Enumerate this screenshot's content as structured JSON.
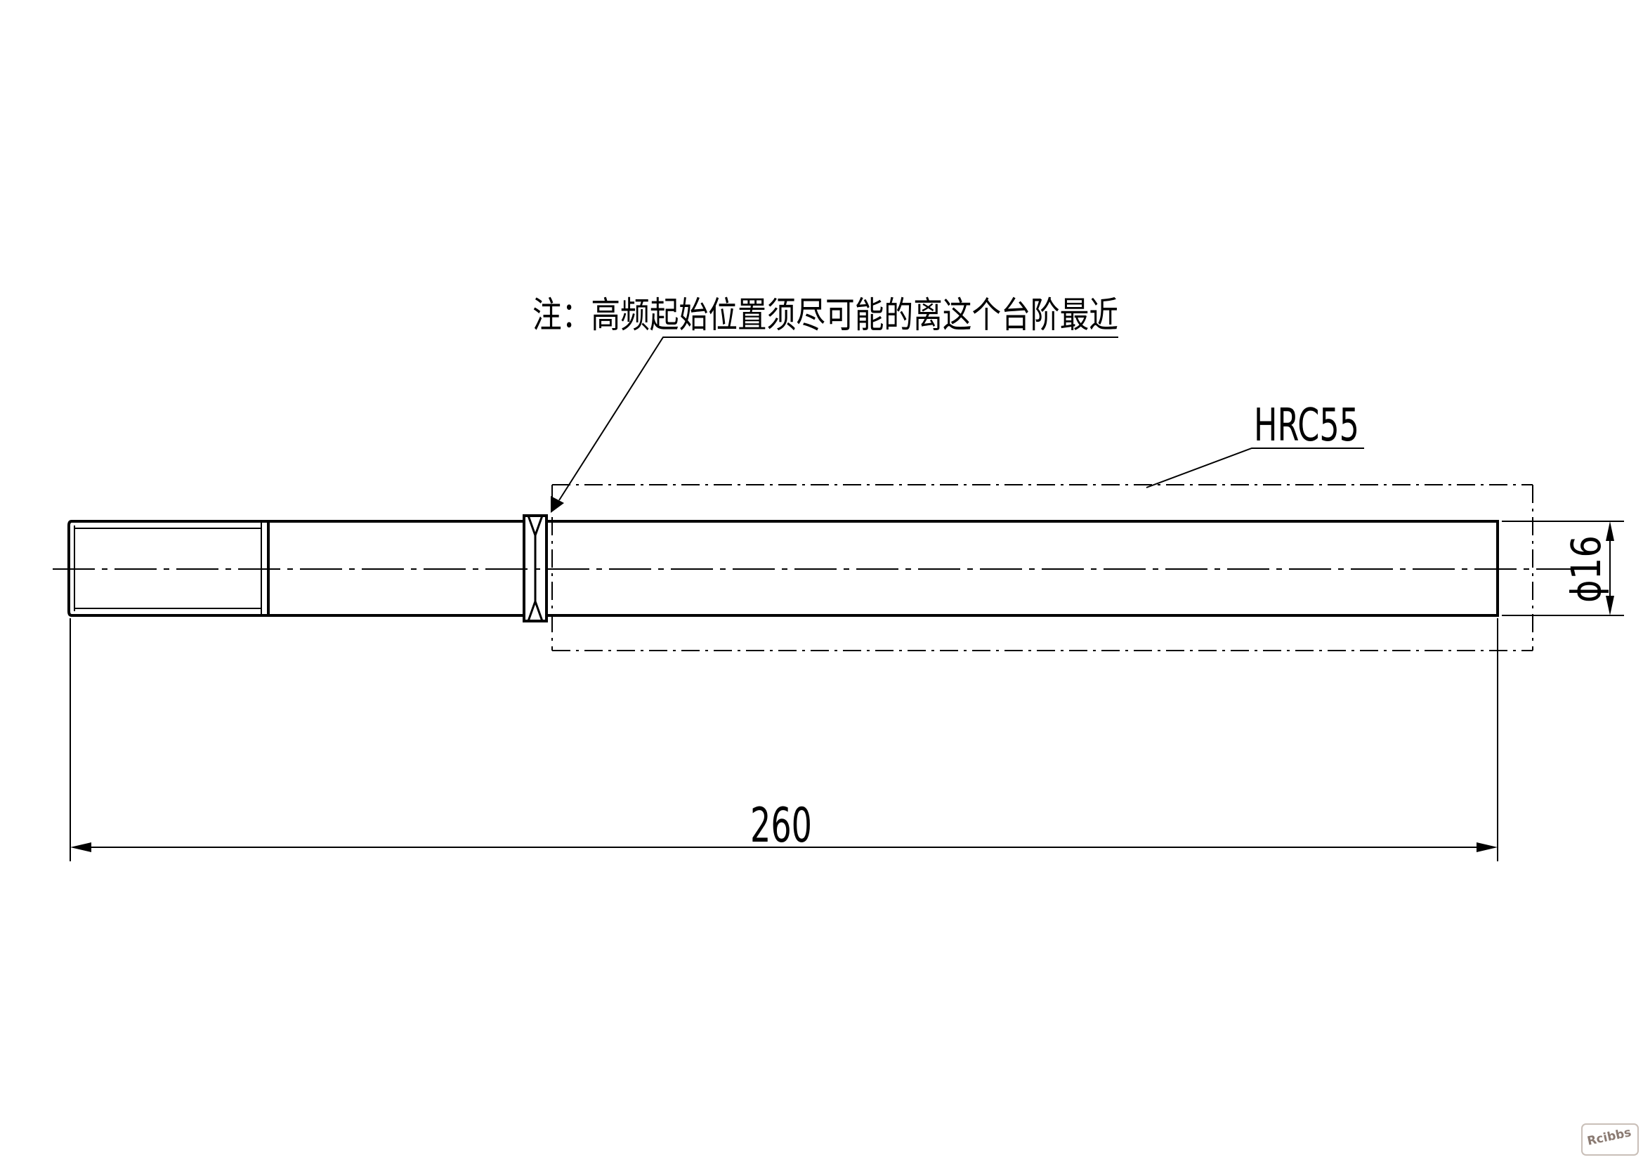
{
  "drawing": {
    "note": "注：高频起始位置须尽可能的离这个台阶最近",
    "hardness_label": "HRC55",
    "length_dimension": "260",
    "diameter_dimension": "ϕ16",
    "watermark": "Rcibbs"
  },
  "colors": {
    "line": "#000000",
    "background": "#ffffff",
    "watermark": "#8a7a72"
  }
}
